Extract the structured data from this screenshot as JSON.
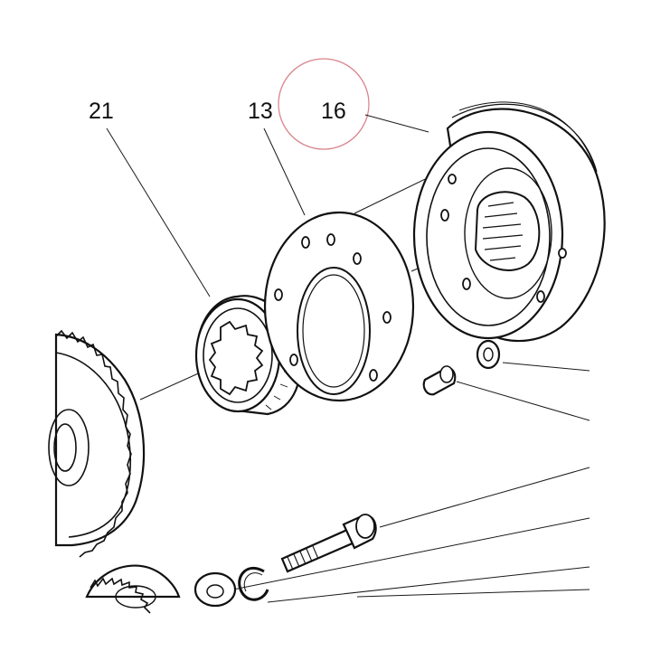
{
  "callouts": {
    "label_21": "21",
    "label_13": "13",
    "label_16": "16"
  },
  "colors": {
    "line": "#111111",
    "highlight_circle": "#d9848a",
    "background": "#ffffff"
  }
}
